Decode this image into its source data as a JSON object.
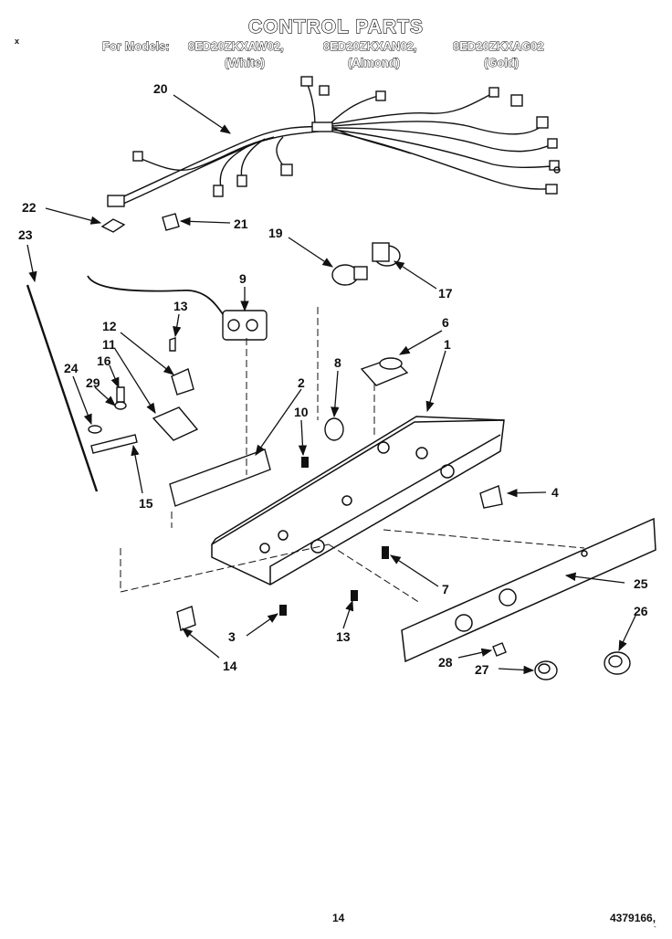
{
  "header": {
    "title": "CONTROL PARTS",
    "models_prefix": "For Models:",
    "models": [
      {
        "model": "8ED20ZKXAW02,",
        "color": "(White)"
      },
      {
        "model": "8ED20ZKXAN02,",
        "color": "(Almond)"
      },
      {
        "model": "8ED20ZKXAG02",
        "color": "(Gold)"
      }
    ],
    "corner_mark": "x"
  },
  "callouts": [
    "20",
    "22",
    "21",
    "23",
    "19",
    "17",
    "13",
    "9",
    "12",
    "11",
    "16",
    "24",
    "29",
    "6",
    "1",
    "8",
    "2",
    "10",
    "15",
    "4",
    "7",
    "25",
    "26",
    "3",
    "13",
    "14",
    "28",
    "27"
  ],
  "footer": {
    "page_number": "14",
    "doc_number": "4379166,",
    "tick": "-"
  }
}
